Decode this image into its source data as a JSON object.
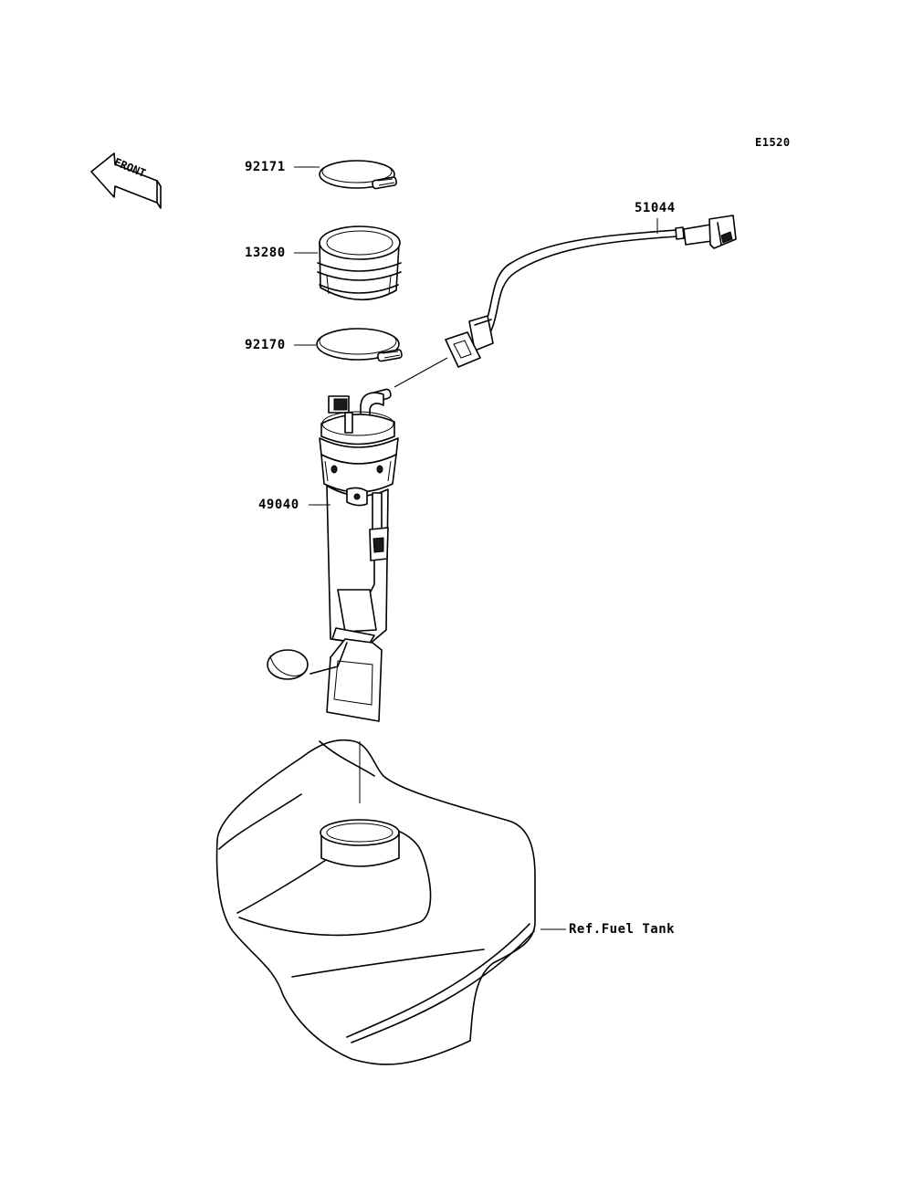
{
  "diagram": {
    "code": "E1520",
    "front_label": "FRONT",
    "parts": [
      {
        "number": "92171",
        "desc": "clamp"
      },
      {
        "number": "13280",
        "desc": "seal"
      },
      {
        "number": "92170",
        "desc": "clamp"
      },
      {
        "number": "49040",
        "desc": "fuel pump"
      },
      {
        "number": "51044",
        "desc": "hose"
      }
    ],
    "reference": "Ref.Fuel Tank",
    "colors": {
      "line": "#000000",
      "background": "#ffffff"
    }
  }
}
